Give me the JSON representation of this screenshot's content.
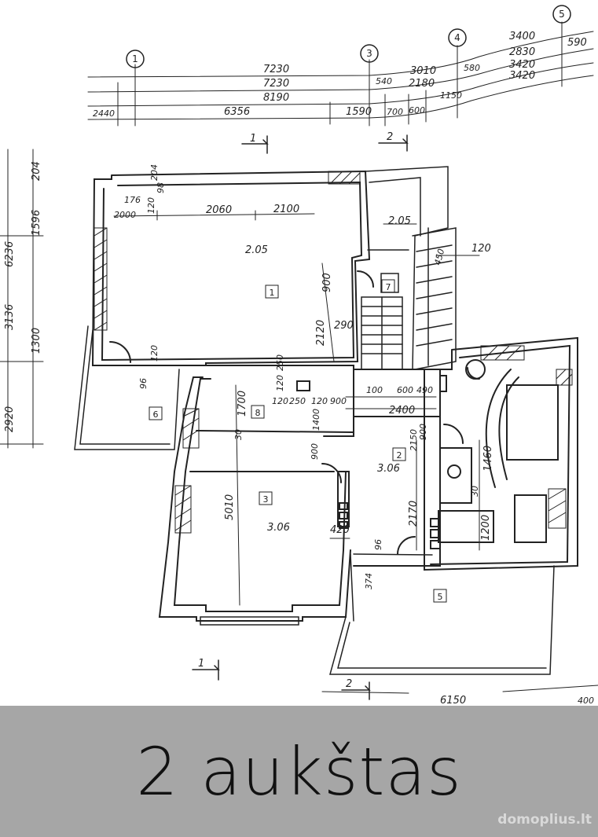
{
  "banner": {
    "title": "2 aukštas"
  },
  "watermark": {
    "text": "domoplius.lt"
  },
  "plan": {
    "grid_axes": [
      "1",
      "3",
      "4",
      "5"
    ],
    "section_marks": [
      "1",
      "2",
      "1",
      "2"
    ],
    "top_dimensions": [
      "3400",
      "590",
      "2830",
      "3420",
      "3420",
      "7230",
      "7230",
      "3010",
      "540",
      "580",
      "2180",
      "8190",
      "1150",
      "2440",
      "6356",
      "1590",
      "700",
      "600"
    ],
    "left_dimensions": [
      "204",
      "1596",
      "6236",
      "3136",
      "1300",
      "2920"
    ],
    "interior_dimensions": [
      "204",
      "176",
      "2000",
      "120",
      "98",
      "2060",
      "2100",
      "2.05",
      "900",
      "2120",
      "290",
      "2.05",
      "120",
      "450",
      "120",
      "96",
      "120",
      "250",
      "1700",
      "120",
      "250",
      "120",
      "900",
      "100",
      "600",
      "490",
      "2400",
      "30",
      "1400",
      "900",
      "3.06",
      "5010",
      "3.06",
      "420",
      "2150",
      "900",
      "1460",
      "1200",
      "30",
      "96",
      "374",
      "2170",
      "6150",
      "400"
    ],
    "room_tags": [
      "1",
      "6",
      "8",
      "3",
      "2",
      "7",
      "5"
    ]
  }
}
